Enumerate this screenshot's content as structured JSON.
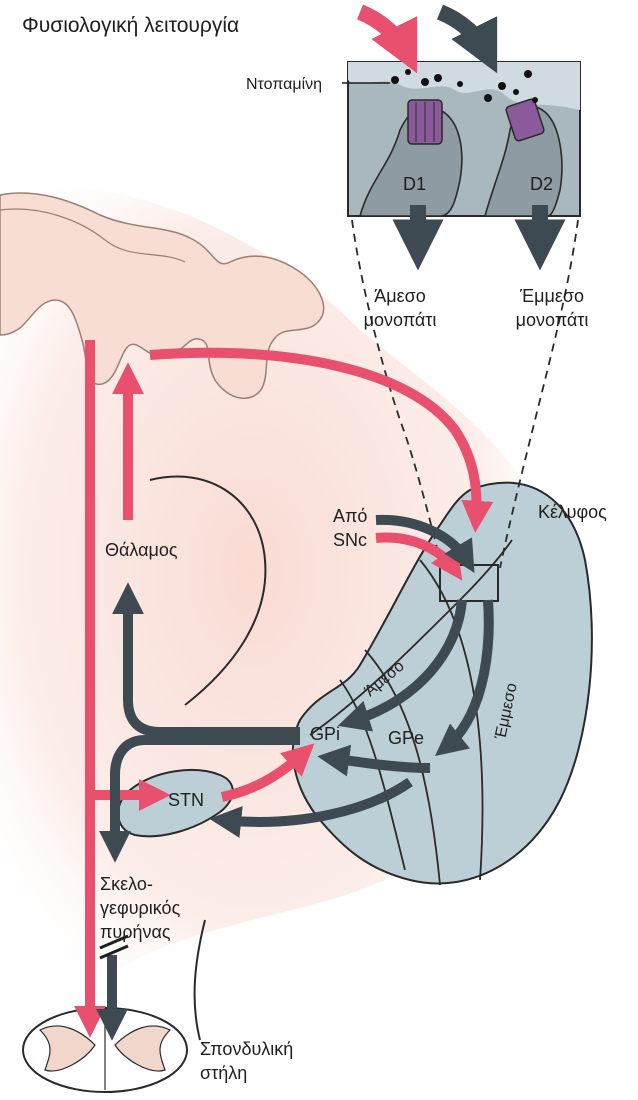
{
  "title": "Φυσιολογική λειτουργία",
  "labels": {
    "dopamine": "Ντοπαμίνη",
    "d1": "D1",
    "d2": "D2",
    "direct_path_1": "Άμεσο",
    "direct_path_2": "μονοπάτι",
    "indirect_path_1": "Έμμεσο",
    "indirect_path_2": "μονοπάτι",
    "putamen": "Κέλυφος",
    "from_snc_1": "Από",
    "from_snc_2": "SNc",
    "thalamus": "Θάλαμος",
    "direct_short": "Άμεσο",
    "indirect_short": "Έμμεσο",
    "gpi": "GPi",
    "gpe": "GPe",
    "stn": "STN",
    "pedunculopontine_1": "Σκελο-",
    "pedunculopontine_2": "γεφυρικός",
    "pedunculopontine_3": "πυρήνας",
    "spinal_1": "Σπονδυλική",
    "spinal_2": "στήλη"
  },
  "colors": {
    "excitatory": "#e8506e",
    "inhibitory": "#3e4a52",
    "nuclei_fill": "#bccfd7",
    "cortex_fill": "#f7ddd4",
    "background_glow": "#fbe7e2",
    "receptor": "#8a5a9b"
  }
}
